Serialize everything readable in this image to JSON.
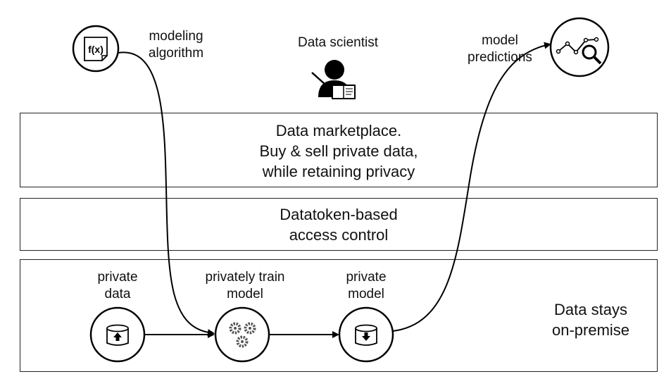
{
  "top": {
    "modeling_algorithm": [
      "modeling",
      "algorithm"
    ],
    "function_icon_text": "f(x)",
    "data_scientist": "Data scientist",
    "model_predictions": [
      "model",
      "predictions"
    ]
  },
  "layers": {
    "marketplace": [
      "Data marketplace.",
      "Buy & sell private data,",
      "while retaining privacy"
    ],
    "access_control": [
      "Datatoken-based",
      "access control"
    ],
    "on_premise": [
      "Data stays",
      "on-premise"
    ]
  },
  "nodes": {
    "private_data": [
      "private",
      "data"
    ],
    "train": [
      "privately train",
      "model"
    ],
    "private_model": [
      "private",
      "model"
    ]
  }
}
